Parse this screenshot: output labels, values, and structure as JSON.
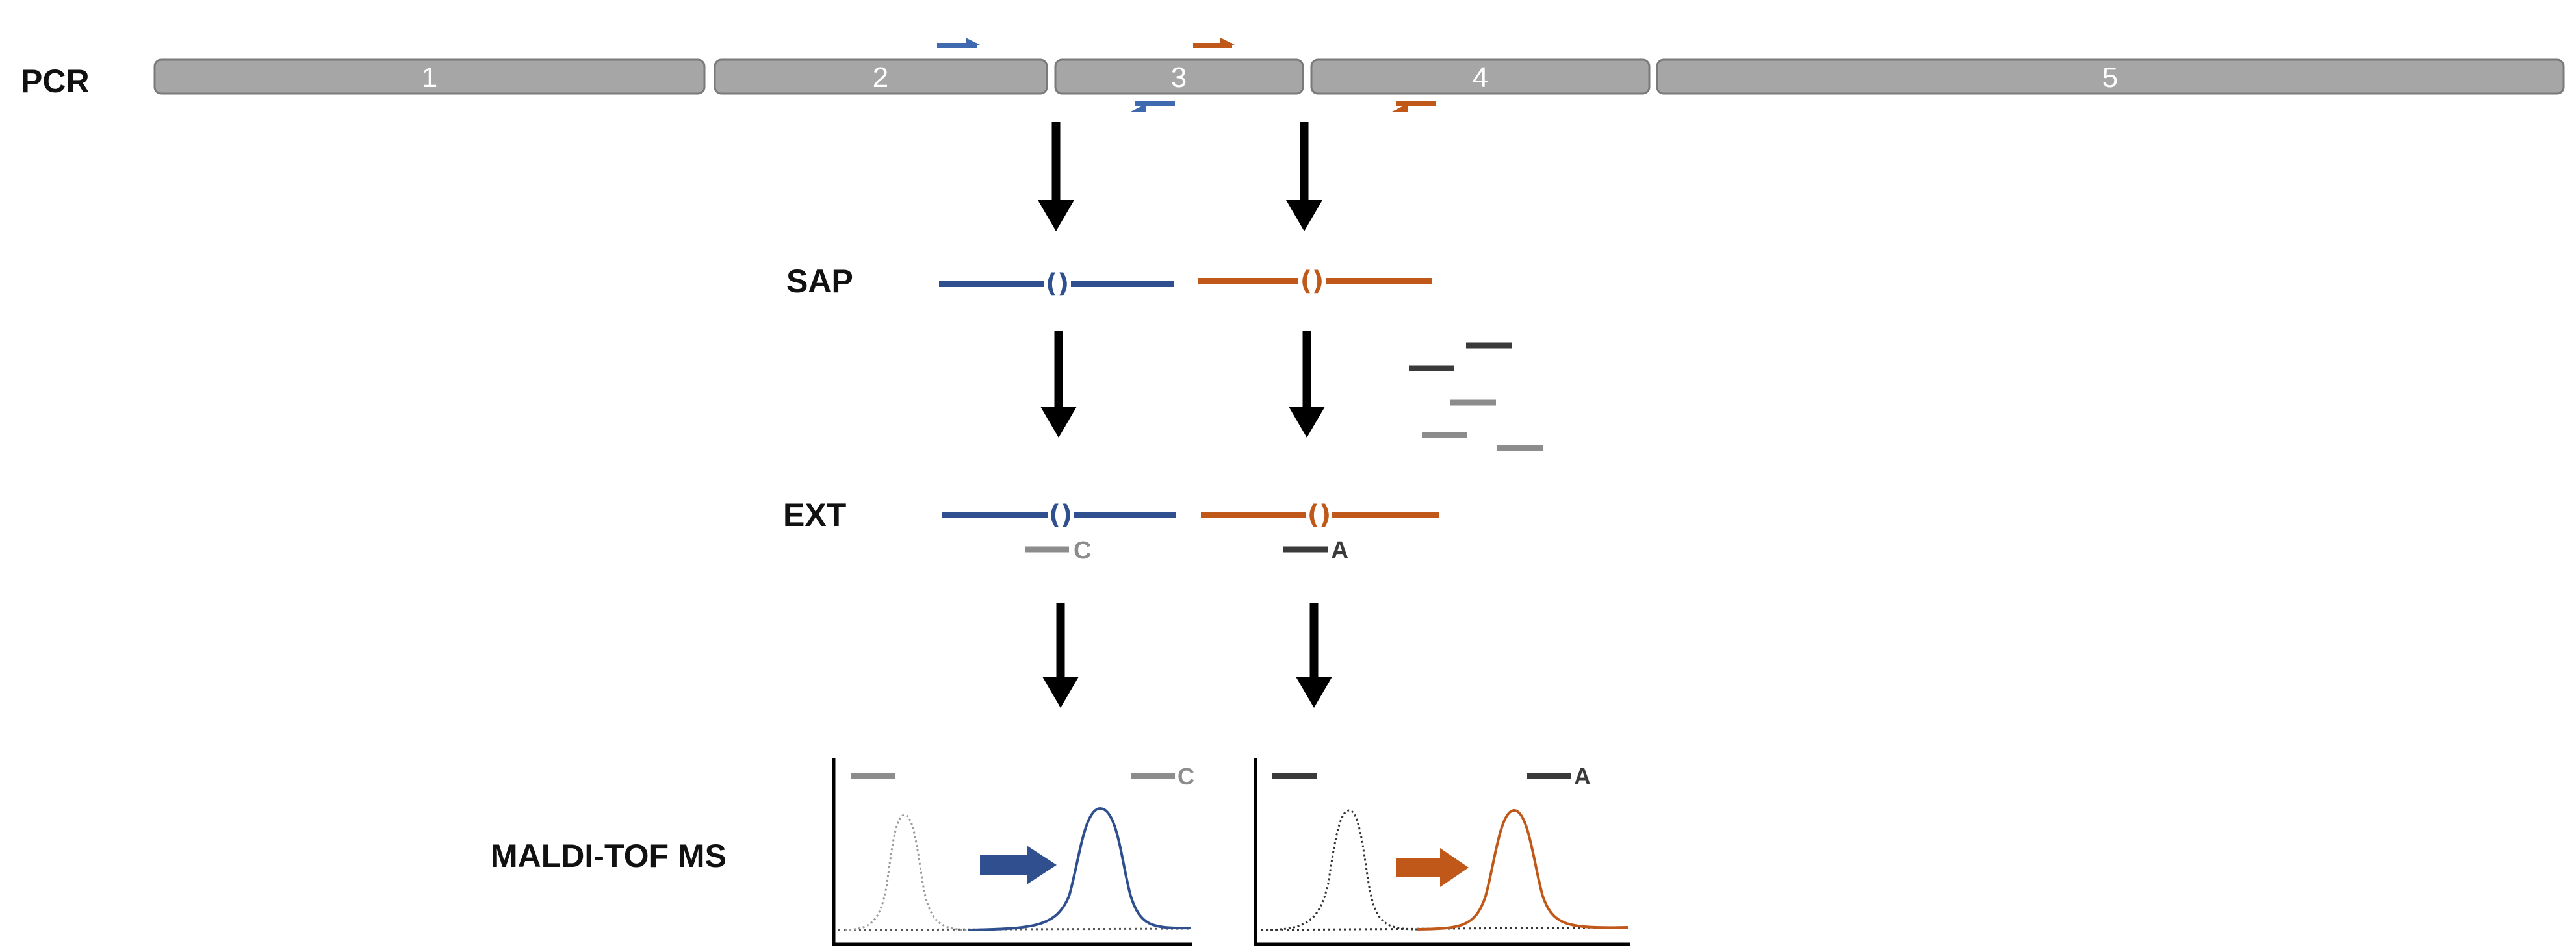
{
  "steps": {
    "pcr": "PCR",
    "sap": "SAP",
    "ext": "EXT",
    "ms": "MALDI-TOF MS"
  },
  "exons": [
    "1",
    "2",
    "3",
    "4",
    "5"
  ],
  "site_marker": "()",
  "alleles": {
    "blue": "C",
    "orange": "A"
  },
  "colors": {
    "blue": "#2f4f8f",
    "orange": "#c0581a",
    "exon_fill": "#a6a6a6",
    "probe_light": "#8c8c8c",
    "probe_dark": "#3a3a3a",
    "arrow": "#000000"
  }
}
